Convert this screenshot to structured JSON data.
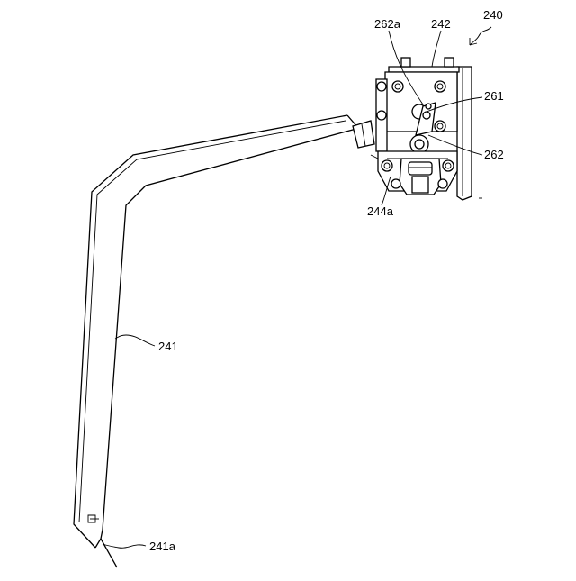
{
  "figure": {
    "assembly_label": "240",
    "arm_label": "241",
    "arm_tip_label": "241a",
    "bracket_label": "242",
    "pin_label": "262a",
    "roller_label": "261",
    "link_label": "262",
    "pivot_label": "244a"
  }
}
